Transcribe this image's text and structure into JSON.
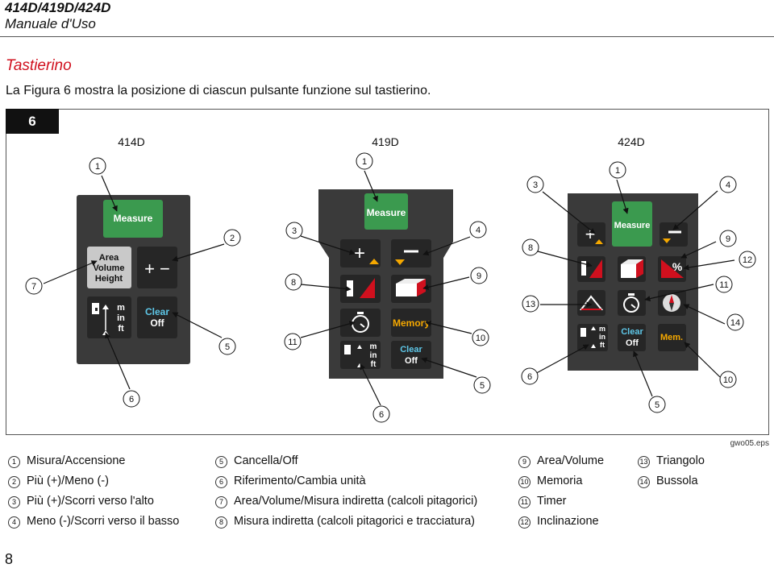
{
  "header": {
    "model": "414D/419D/424D",
    "manual": "Manuale d'Uso"
  },
  "section": {
    "title": "Tastierino",
    "intro": "La Figura 6 mostra la posizione di ciascun pulsante funzione sul tastierino."
  },
  "figure": {
    "number": "6",
    "file": "gwo05.eps",
    "models": [
      "414D",
      "419D",
      "424D"
    ],
    "buttons": {
      "measure": "Measure",
      "area_volume_height": [
        "Area",
        "Volume",
        "Height"
      ],
      "units": [
        "m",
        "in",
        "ft"
      ],
      "clear_off": [
        "Clear",
        "Off"
      ],
      "memory": "Memory",
      "mem": "Mem.",
      "plus_minus": "+ −"
    },
    "callouts": [
      "1",
      "2",
      "3",
      "4",
      "5",
      "6",
      "7",
      "8",
      "9",
      "10",
      "11",
      "12",
      "13",
      "14"
    ]
  },
  "legend": [
    {
      "n": "1",
      "text": "Misura/Accensione"
    },
    {
      "n": "2",
      "text": "Più (+)/Meno (-)"
    },
    {
      "n": "3",
      "text": "Più (+)/Scorri verso l'alto"
    },
    {
      "n": "4",
      "text": "Meno (-)/Scorri verso il basso"
    },
    {
      "n": "5",
      "text": "Cancella/Off"
    },
    {
      "n": "6",
      "text": "Riferimento/Cambia unità"
    },
    {
      "n": "7",
      "text": "Area/Volume/Misura indiretta (calcoli pitagorici)"
    },
    {
      "n": "8",
      "text": "Misura indiretta (calcoli pitagorici e tracciatura)"
    },
    {
      "n": "9",
      "text": "Area/Volume"
    },
    {
      "n": "10",
      "text": "Memoria"
    },
    {
      "n": "11",
      "text": "Timer"
    },
    {
      "n": "12",
      "text": "Inclinazione"
    },
    {
      "n": "13",
      "text": "Triangolo"
    },
    {
      "n": "14",
      "text": "Bussola"
    }
  ],
  "page_number": "8",
  "colors": {
    "title_red": "#d0101e",
    "measure_green": "#3b9a4f",
    "keypad_dark": "#3a3a3a",
    "key_dark": "#262626",
    "accent_yellow": "#f5a800"
  }
}
